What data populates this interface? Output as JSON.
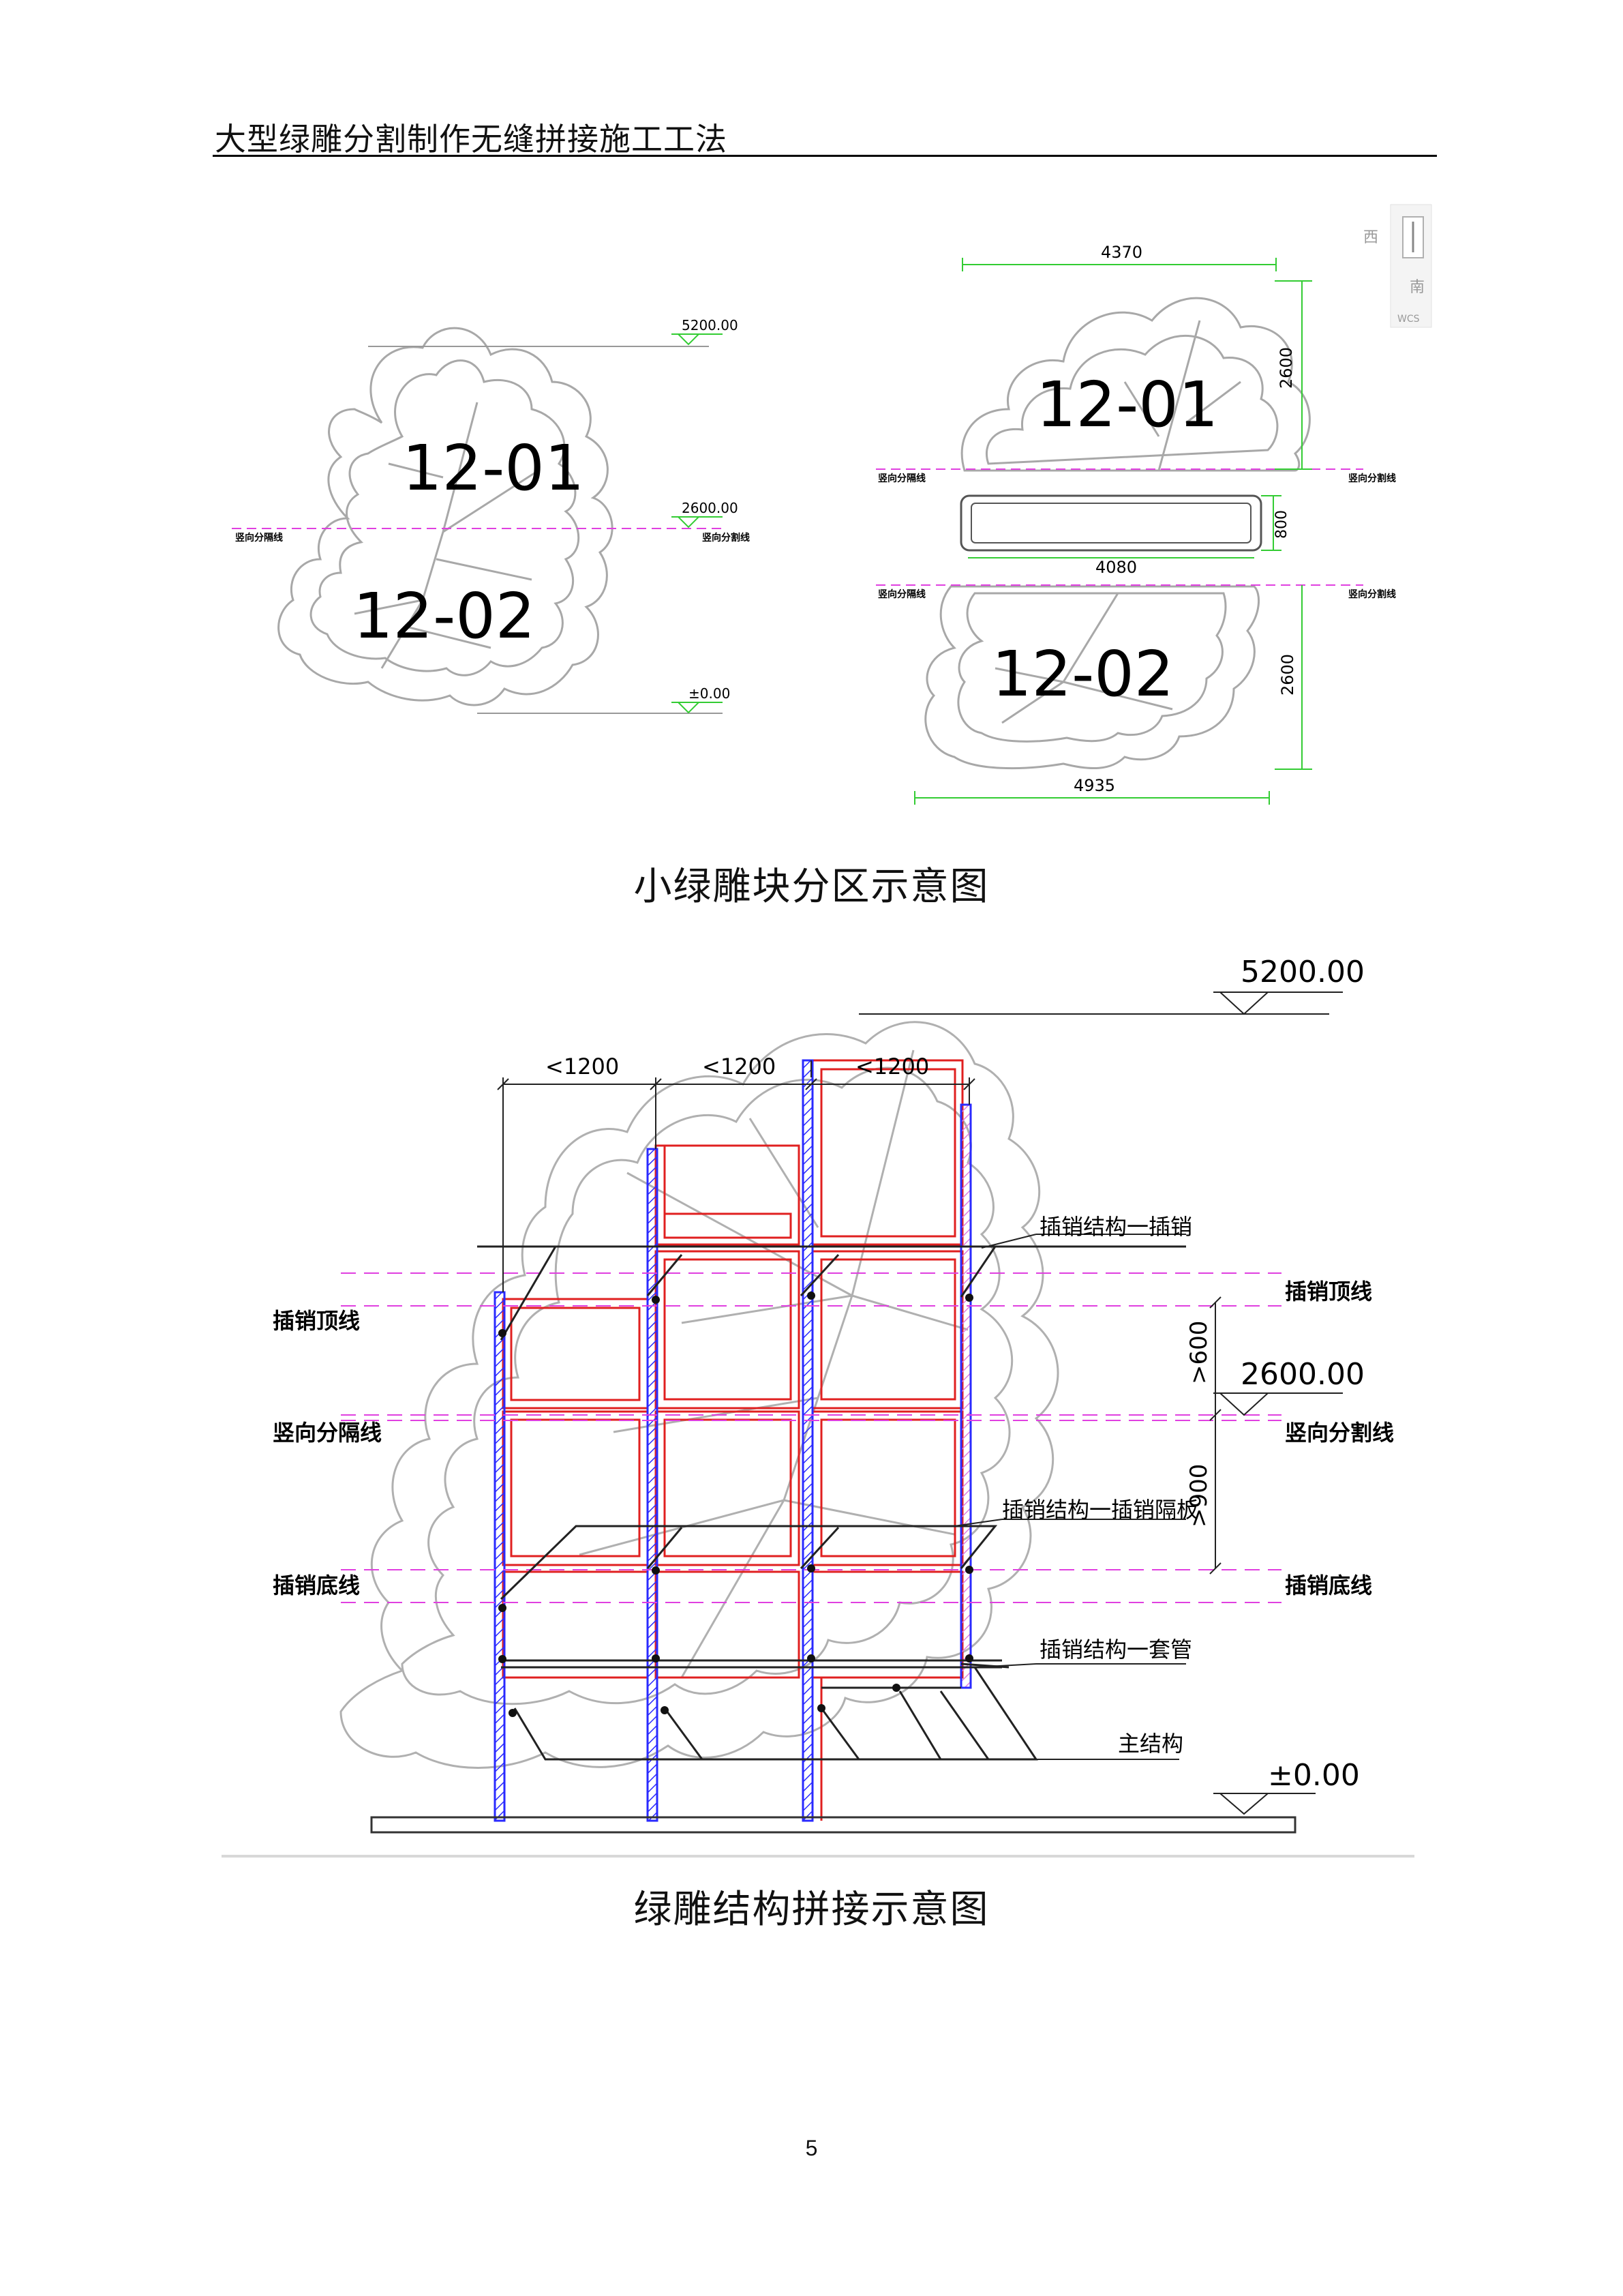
{
  "header": {
    "title": "大型绿雕分割制作无缝拼接施工工法"
  },
  "figure1": {
    "caption": "小绿雕块分区示意图",
    "left": {
      "elev_top": "5200.00",
      "elev_mid": "2600.00",
      "elev_base": "±0.00",
      "label_left": "竖向分隔线",
      "label_right": "竖向分割线",
      "block_upper": "12-01",
      "block_lower": "12-02"
    },
    "right": {
      "dim_top_width": "4370",
      "dim_top_height": "2600",
      "dim_mid_height": "800",
      "dim_mid_width": "4080",
      "dim_bottom_height": "2600",
      "dim_bottom_width": "4935",
      "label_left_upper": "竖向分隔线",
      "label_right_upper": "竖向分割线",
      "label_left_lower": "竖向分隔线",
      "label_right_lower": "竖向分割线",
      "block_upper": "12-01",
      "block_lower": "12-02",
      "compass_w": "西",
      "compass_s": "南",
      "compass_wcs": "WCS"
    }
  },
  "figure2": {
    "caption": "绿雕结构拼接示意图",
    "elev_top": "5200.00",
    "elev_mid": "2600.00",
    "elev_base": "±0.00",
    "spacing_1": "<1200",
    "spacing_2": "<1200",
    "spacing_3": "<1200",
    "dim_upper": ">600",
    "dim_lower": ">900",
    "label_pin": "插销结构一插销",
    "label_pin_top_left": "插销顶线",
    "label_pin_top_right": "插销顶线",
    "label_split_left": "竖向分隔线",
    "label_split_right": "竖向分割线",
    "label_partition": "插销结构一插销隔板",
    "label_pin_bottom_left": "插销底线",
    "label_pin_bottom_right": "插销底线",
    "label_sleeve": "插销结构一套管",
    "label_main": "主结构"
  },
  "footer": {
    "page_number": "5"
  },
  "colors": {
    "outline": "#a8a8a8",
    "dim_green": "#33cc33",
    "split_magenta": "#e040e0",
    "frame_red": "#e02020",
    "post_blue": "#2a2aff"
  }
}
